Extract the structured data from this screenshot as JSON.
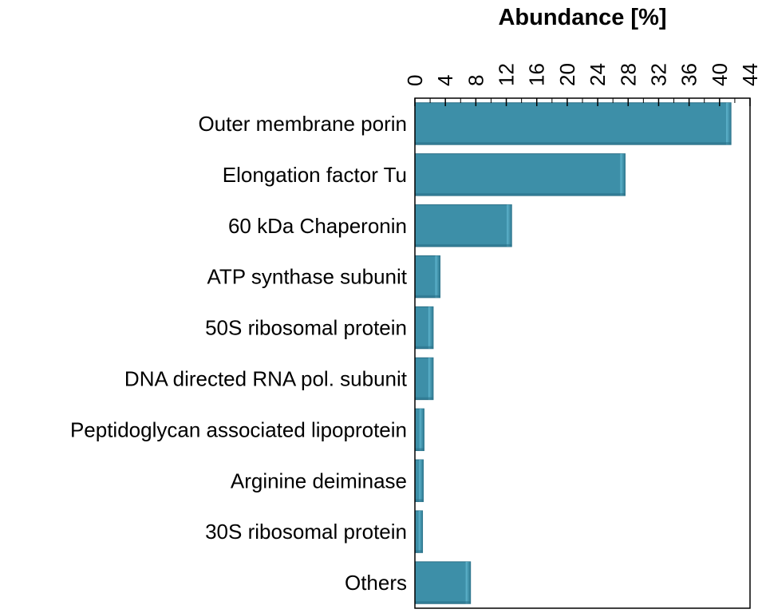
{
  "chart_data": {
    "type": "bar",
    "orientation": "horizontal",
    "title": "Abundance [%]",
    "xlabel": "Abundance [%]",
    "ylabel": "",
    "xlim": [
      0,
      44
    ],
    "xticks": [
      0,
      4,
      8,
      12,
      16,
      20,
      24,
      28,
      32,
      36,
      40,
      44
    ],
    "minor_tick_step": 2,
    "xaxis_position": "top",
    "tick_label_rotation": "vertical",
    "grid": false,
    "legend": "none",
    "bar_color": "#3d8fa8",
    "categories": [
      "Outer membrane porin",
      "Elongation factor Tu",
      "60 kDa Chaperonin",
      "ATP synthase subunit",
      "50S ribosomal protein",
      "DNA directed RNA pol. subunit",
      "Peptidoglycan associated lipoprotein",
      "Arginine deiminase",
      "30S ribosomal protein",
      "Others"
    ],
    "values": [
      41.5,
      27.6,
      12.7,
      3.3,
      2.4,
      2.4,
      1.2,
      1.1,
      1.0,
      7.3
    ]
  }
}
